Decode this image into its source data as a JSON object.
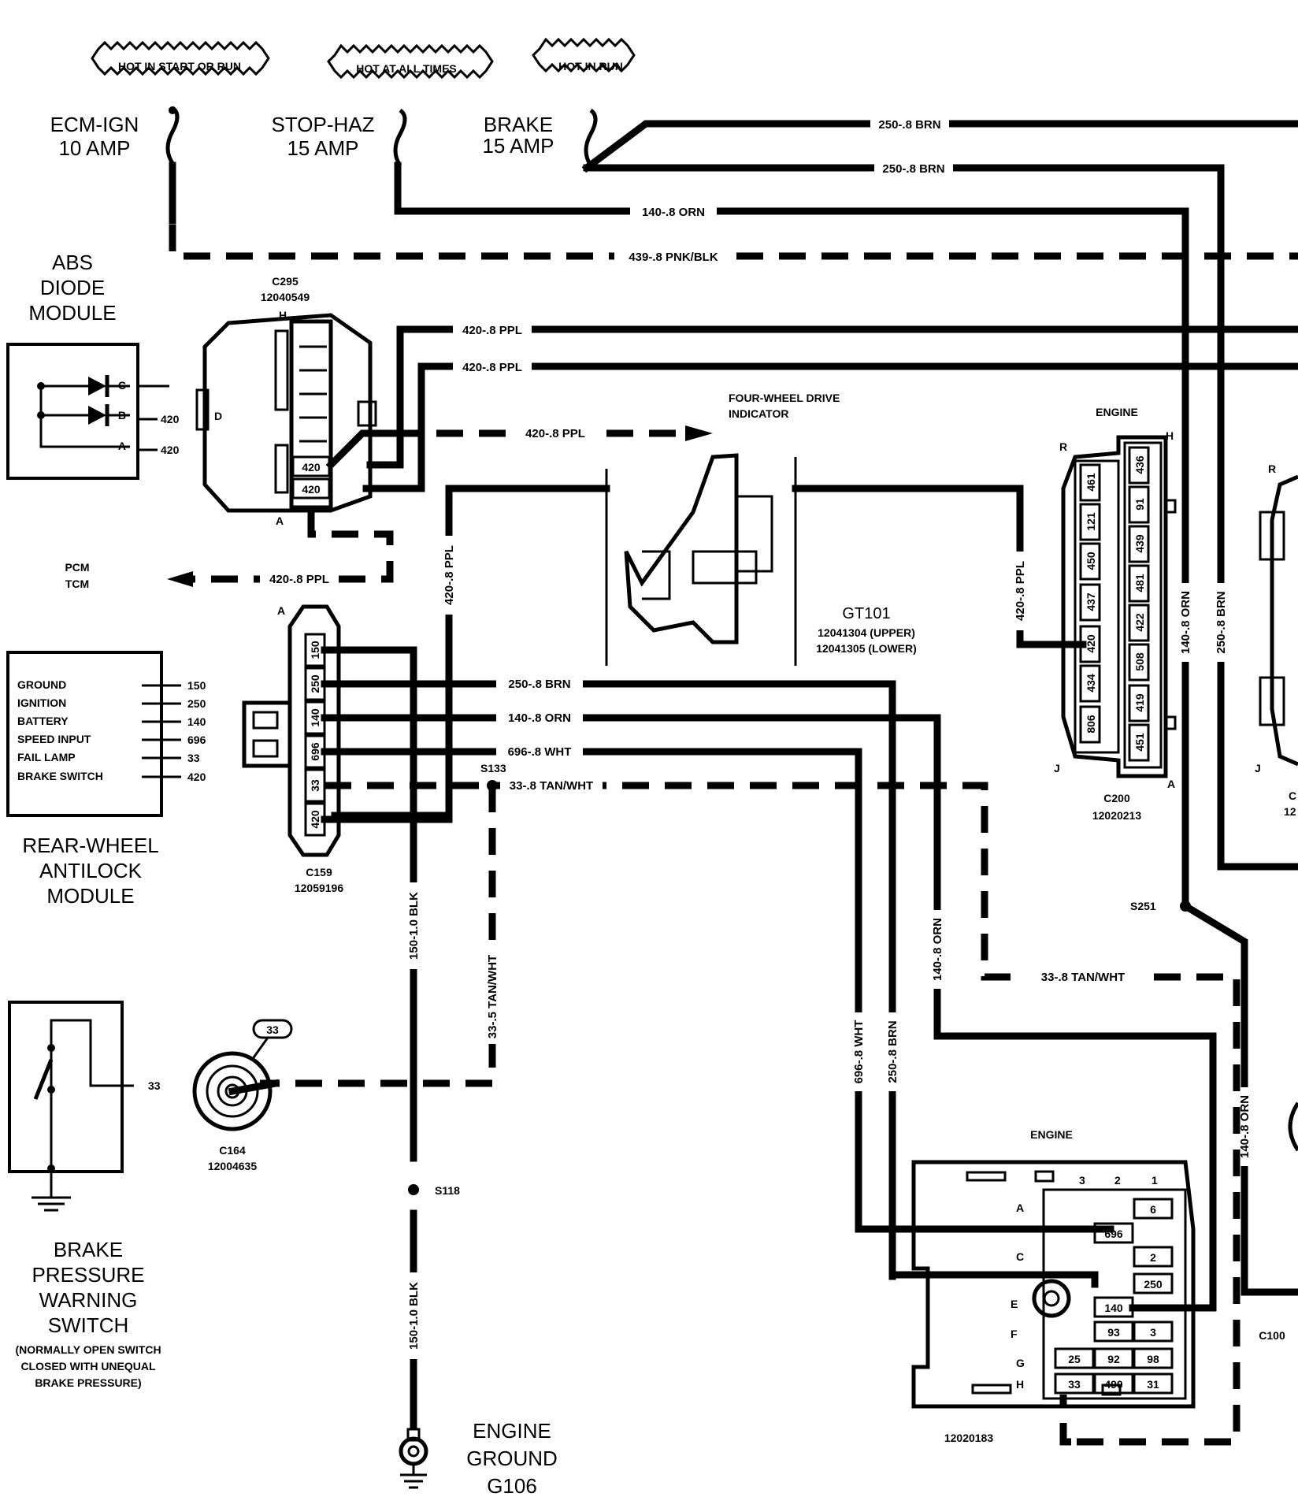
{
  "fuses": [
    {
      "hot_label": "HOT IN START OR RUN",
      "name": "ECM-IGN",
      "rating": "10 AMP"
    },
    {
      "hot_label": "HOT AT ALL TIMES",
      "name": "STOP-HAZ",
      "rating": "15 AMP"
    },
    {
      "hot_label": "HOT IN RUN",
      "name": "BRAKE",
      "rating": "15 AMP"
    }
  ],
  "wires": {
    "brn_250_top": "250-.8 BRN",
    "brn_250_second": "250-.8 BRN",
    "orn_140_top": "140-.8 ORN",
    "pnk_439": "439-.8 PNK/BLK",
    "ppl_420_a": "420-.8 PPL",
    "ppl_420_b": "420-.8 PPL",
    "ppl_420_arrow": "420-.8 PPL",
    "ppl_420_pcm": "420-.8 PPL",
    "ppl_420_vert": "420-.8 PPL",
    "ppl_420_c200": "420-.8 PPL",
    "brn_250_mid": "250-.8 BRN",
    "orn_140_mid": "140-.8 ORN",
    "wht_696_mid": "696-.8 WHT",
    "tan_33_mid": "33-.8 TAN/WHT",
    "blk_150_vert": "150-1.0 BLK",
    "tan_33_vert": "33-.5 TAN/WHT",
    "blk_150_lower": "150-1.0 BLK",
    "orn_140_c200": "140-.8 ORN",
    "brn_250_c200": "250-.8 BRN",
    "orn_140_lower": "140-.8 ORN",
    "tan_33_lower": "33-.8 TAN/WHT",
    "wht_696_lower": "696-.8 WHT",
    "brn_250_lower": "250-.8 BRN",
    "orn_140_right": "140-.8 ORN"
  },
  "abs_diode": {
    "title_1": "ABS",
    "title_2": "DIODE",
    "title_3": "MODULE",
    "pins": [
      "C",
      "B",
      "A"
    ],
    "pin_labels": [
      "420",
      "420"
    ]
  },
  "c295": {
    "name": "C295",
    "part": "12040549",
    "pin_h": "H",
    "pin_a": "A",
    "pin_d": "D",
    "cavities": [
      "420",
      "420"
    ]
  },
  "pcm": {
    "line1": "PCM",
    "line2": "TCM"
  },
  "four_wd": {
    "line1": "FOUR-WHEEL DRIVE",
    "line2": "INDICATOR"
  },
  "gt101": {
    "name": "GT101",
    "upper": "12041304 (UPPER)",
    "lower": "12041305 (LOWER)"
  },
  "c200": {
    "engine": "ENGINE",
    "name": "C200",
    "part": "12020213",
    "corner_r": "R",
    "corner_h": "H",
    "corner_j": "J",
    "corner_a": "A",
    "left_pins": [
      "461",
      "121",
      "450",
      "437",
      "420",
      "434",
      "806"
    ],
    "right_pins": [
      "436",
      "91",
      "439",
      "481",
      "422",
      "508",
      "419",
      "451"
    ]
  },
  "right_edge": {
    "r": "R",
    "j": "J",
    "c": "C",
    "num": "12"
  },
  "rwal": {
    "title_1": "REAR-WHEEL",
    "title_2": "ANTILOCK",
    "title_3": "MODULE",
    "functions": [
      "GROUND",
      "IGNITION",
      "BATTERY",
      "SPEED INPUT",
      "FAIL LAMP",
      "BRAKE SWITCH"
    ],
    "function_pins": [
      "150",
      "250",
      "140",
      "696",
      "33",
      "420"
    ]
  },
  "c159": {
    "name": "C159",
    "part": "12059196",
    "pin_a": "A",
    "cavities": [
      "150",
      "250",
      "140",
      "696",
      "33",
      "420"
    ]
  },
  "splices": {
    "s133": "S133",
    "s251": "S251",
    "s118": "S118"
  },
  "brake_switch": {
    "title_1": "BRAKE",
    "title_2": "PRESSURE",
    "title_3": "WARNING",
    "title_4": "SWITCH",
    "note_1": "(NORMALLY OPEN SWITCH",
    "note_2": "CLOSED WITH UNEQUAL",
    "note_3": "BRAKE PRESSURE)",
    "pin": "33"
  },
  "c164": {
    "name": "C164",
    "part": "12004635",
    "tag": "33"
  },
  "ground": {
    "line1": "ENGINE",
    "line2": "GROUND",
    "line3": "G106"
  },
  "c100": {
    "engine": "ENGINE",
    "name": "C100",
    "part": "12020183",
    "cols": [
      "3",
      "2",
      "1"
    ],
    "rows": [
      "A",
      "C",
      "E",
      "F",
      "G",
      "H"
    ],
    "cells": [
      "6",
      "696",
      "2",
      "250",
      "140",
      "93",
      "3",
      "25",
      "92",
      "98",
      "33",
      "490",
      "31"
    ]
  }
}
